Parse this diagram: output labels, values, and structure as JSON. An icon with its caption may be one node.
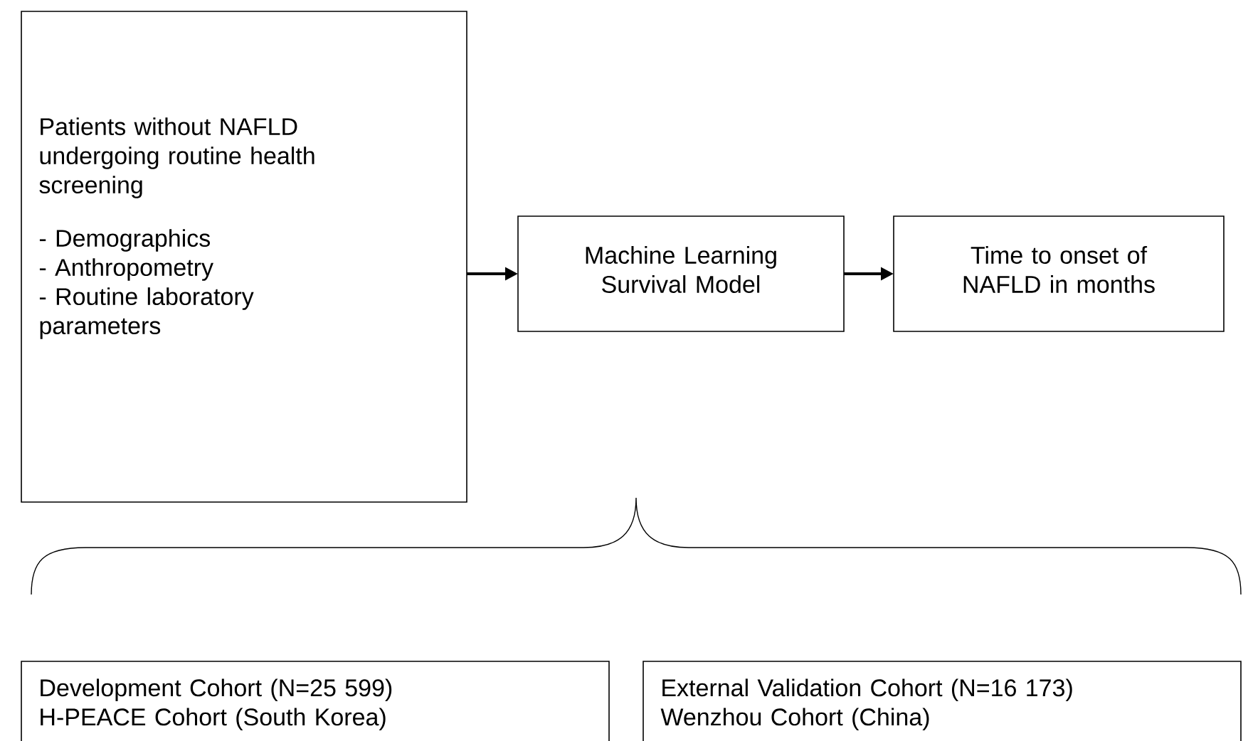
{
  "diagram": {
    "nodes": [
      {
        "text": [
          "Patients without NAFLD undergoing routine health screening",
          "- Demographics",
          "- Anthropometry",
          "- Routine laboratory parameters"
        ]
      },
      {
        "text": [
          "Machine Learning Survival Model"
        ]
      },
      {
        "text": [
          "Time to onset of NAFLD in months"
        ]
      },
      {
        "text": [
          "Development Cohort (N=25 599)",
          "H-PEACE Cohort (South Korea)"
        ]
      },
      {
        "text": [
          "External Validation Cohort (N=16 173)",
          "Wenzhou Cohort (China)"
        ]
      }
    ],
    "edges": [
      {
        "from": 0,
        "to": 1,
        "arrow": "to"
      },
      {
        "from": 1,
        "to": 2,
        "arrow": "to"
      }
    ]
  }
}
